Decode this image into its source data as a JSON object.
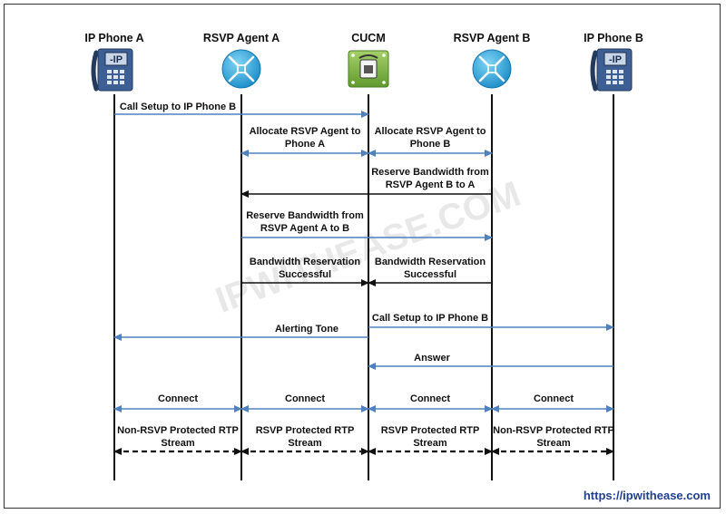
{
  "actors": [
    {
      "label": "IP Phone A",
      "kind": "phone"
    },
    {
      "label": "RSVP Agent A",
      "kind": "router"
    },
    {
      "label": "CUCM",
      "kind": "cucm"
    },
    {
      "label": "RSVP Agent B",
      "kind": "router"
    },
    {
      "label": "IP Phone B",
      "kind": "phone"
    }
  ],
  "messages": [
    {
      "from": 0,
      "to": 2,
      "lines": [
        "Call Setup to IP Phone B"
      ],
      "style": "solid",
      "color": "#4f81bd"
    },
    {
      "from": 2,
      "to": 1,
      "lines": [
        "Allocate RSVP Agent to",
        "Phone A"
      ],
      "style": "solid",
      "color": "#4f81bd",
      "bidir": true
    },
    {
      "from": 2,
      "to": 3,
      "lines": [
        "Allocate RSVP Agent to",
        "Phone B"
      ],
      "style": "solid",
      "color": "#4f81bd",
      "bidir": true
    },
    {
      "from": 3,
      "to": 1,
      "lines": [
        "Reserve Bandwidth from",
        "RSVP Agent B to A"
      ],
      "style": "solid",
      "color": "#111111"
    },
    {
      "from": 1,
      "to": 3,
      "lines": [
        "Reserve Bandwidth from",
        "RSVP Agent A to B"
      ],
      "style": "solid",
      "color": "#4f81bd"
    },
    {
      "from": 1,
      "to": 2,
      "lines": [
        "Bandwidth Reservation",
        "Successful"
      ],
      "style": "solid",
      "color": "#111111"
    },
    {
      "from": 3,
      "to": 2,
      "lines": [
        "Bandwidth Reservation",
        "Successful"
      ],
      "style": "solid",
      "color": "#111111"
    },
    {
      "from": 2,
      "to": 4,
      "lines": [
        "Call Setup to IP Phone B"
      ],
      "style": "solid",
      "color": "#4f81bd"
    },
    {
      "from": 2,
      "to": 0,
      "lines": [
        "Alerting Tone"
      ],
      "style": "solid",
      "color": "#4f81bd"
    },
    {
      "from": 4,
      "to": 2,
      "lines": [
        "Answer"
      ],
      "style": "solid",
      "color": "#4f81bd"
    },
    {
      "from": 0,
      "to": 1,
      "lines": [
        "Connect"
      ],
      "style": "solid",
      "color": "#4f81bd",
      "bidir": true
    },
    {
      "from": 1,
      "to": 2,
      "lines": [
        "Connect"
      ],
      "style": "solid",
      "color": "#4f81bd",
      "bidir": true
    },
    {
      "from": 2,
      "to": 3,
      "lines": [
        "Connect"
      ],
      "style": "solid",
      "color": "#4f81bd",
      "bidir": true
    },
    {
      "from": 3,
      "to": 4,
      "lines": [
        "Connect"
      ],
      "style": "solid",
      "color": "#4f81bd",
      "bidir": true
    },
    {
      "from": 0,
      "to": 1,
      "lines": [
        "Non-RSVP Protected RTP",
        "Stream"
      ],
      "style": "dashed",
      "color": "#111111",
      "bidir": true
    },
    {
      "from": 1,
      "to": 2,
      "lines": [
        "RSVP Protected RTP",
        "Stream"
      ],
      "style": "dashed",
      "color": "#111111",
      "bidir": true
    },
    {
      "from": 2,
      "to": 3,
      "lines": [
        "RSVP Protected RTP",
        "Stream"
      ],
      "style": "dashed",
      "color": "#111111",
      "bidir": true
    },
    {
      "from": 3,
      "to": 4,
      "lines": [
        "Non-RSVP Protected RTP",
        "Stream"
      ],
      "style": "dashed",
      "color": "#111111",
      "bidir": true
    }
  ],
  "watermark": "IPWITHEASE.COM",
  "site_url": "https://ipwithease.com",
  "colors": {
    "router": "#29a8e0",
    "cucm": "#7fb34a",
    "phone": "#4a6fa5",
    "arrow_blue": "#4f81bd",
    "site": "#1f3f8f"
  }
}
